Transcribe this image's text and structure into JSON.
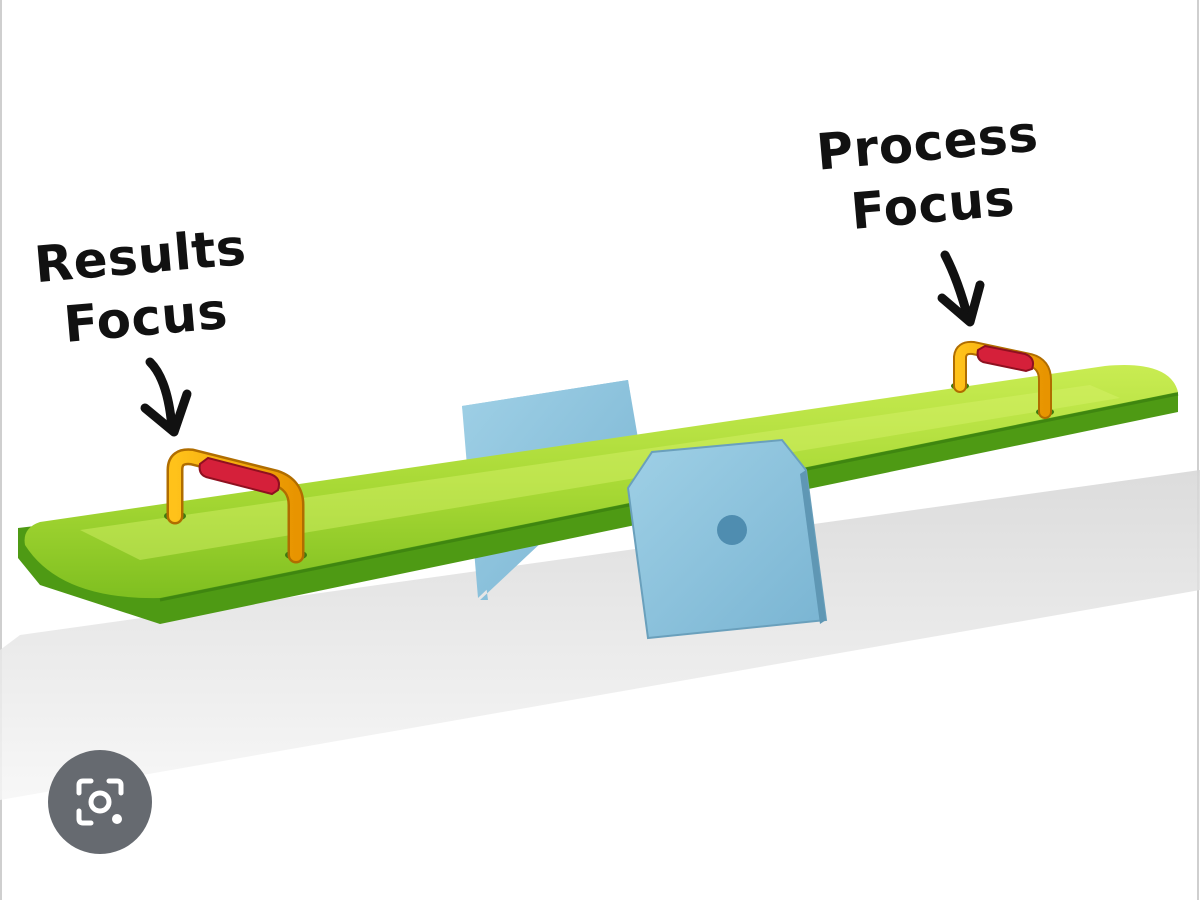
{
  "labels": {
    "results": [
      "Results",
      "Focus"
    ],
    "process": [
      "Process",
      "Focus"
    ]
  },
  "colors": {
    "plank_light": "#b5e13c",
    "plank_mid": "#8cc821",
    "plank_dark": "#4e9a14",
    "support_blue": "#8cc4de",
    "support_blue_dark": "#6aa7c4",
    "handle_orange": "#f5a800",
    "handle_red": "#d5203a",
    "shadow": "#dcdcdc",
    "overlay_button": "#666a70"
  },
  "icons": {
    "overlay_button": "camera-lens-icon"
  }
}
